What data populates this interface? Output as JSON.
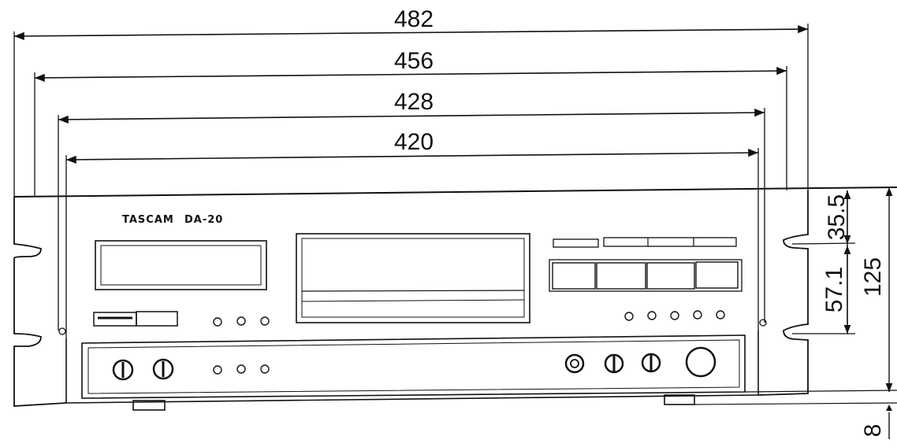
{
  "drawing": {
    "brand": "TASCAM",
    "model": "DA-20",
    "widths": [
      "482",
      "456",
      "428",
      "420"
    ],
    "heights": [
      "35.5",
      "57.1",
      "125",
      "8"
    ]
  }
}
